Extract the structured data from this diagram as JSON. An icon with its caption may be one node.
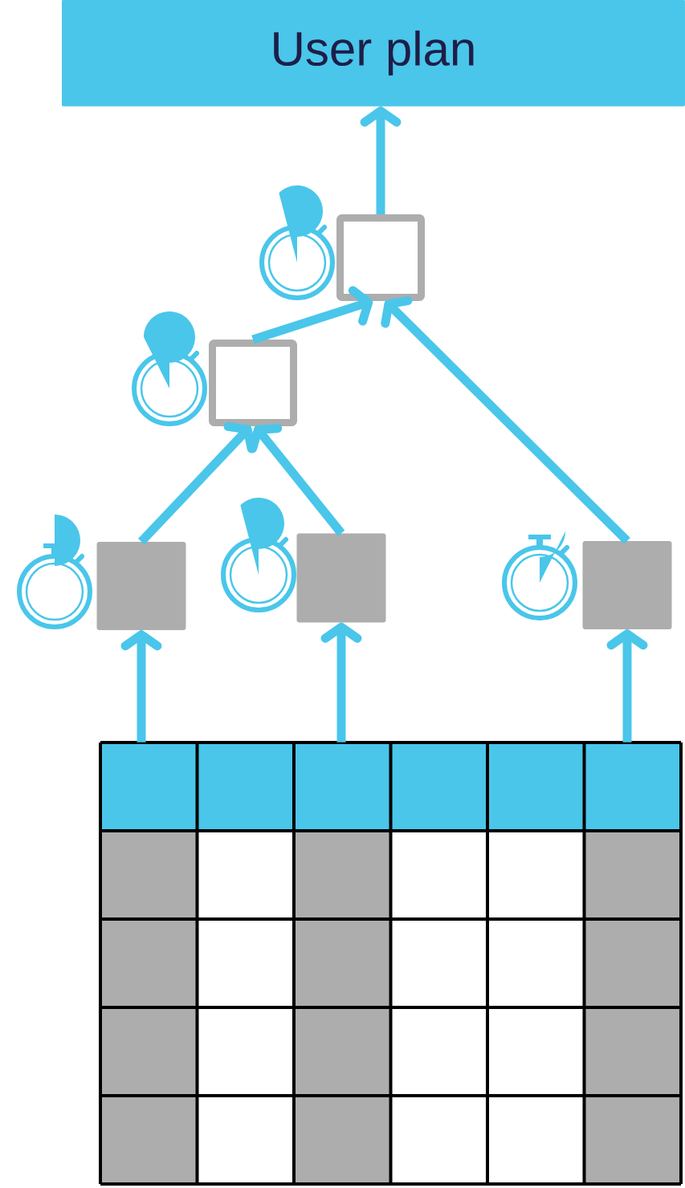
{
  "diagram": {
    "nodes": [
      {
        "text": [
          "User plan"
        ]
      },
      {
        "text": [],
        "shape": "square"
      },
      {
        "text": [],
        "shape": "square"
      },
      {
        "text": [],
        "shape": "block"
      },
      {
        "text": [],
        "shape": "block"
      },
      {
        "text": [],
        "shape": "block"
      },
      {
        "text": [],
        "shape": "table"
      }
    ],
    "edges": [
      {
        "from": 1,
        "to": 0,
        "arrow": "to"
      },
      {
        "from": 2,
        "to": 1,
        "arrow": "to"
      },
      {
        "from": 5,
        "to": 1,
        "arrow": "to"
      },
      {
        "from": 3,
        "to": 2,
        "arrow": "to"
      },
      {
        "from": 4,
        "to": 2,
        "arrow": "to"
      },
      {
        "from": 6,
        "to": 3,
        "arrow": "to"
      },
      {
        "from": 6,
        "to": 4,
        "arrow": "to"
      },
      {
        "from": 6,
        "to": 5,
        "arrow": "to"
      }
    ]
  }
}
